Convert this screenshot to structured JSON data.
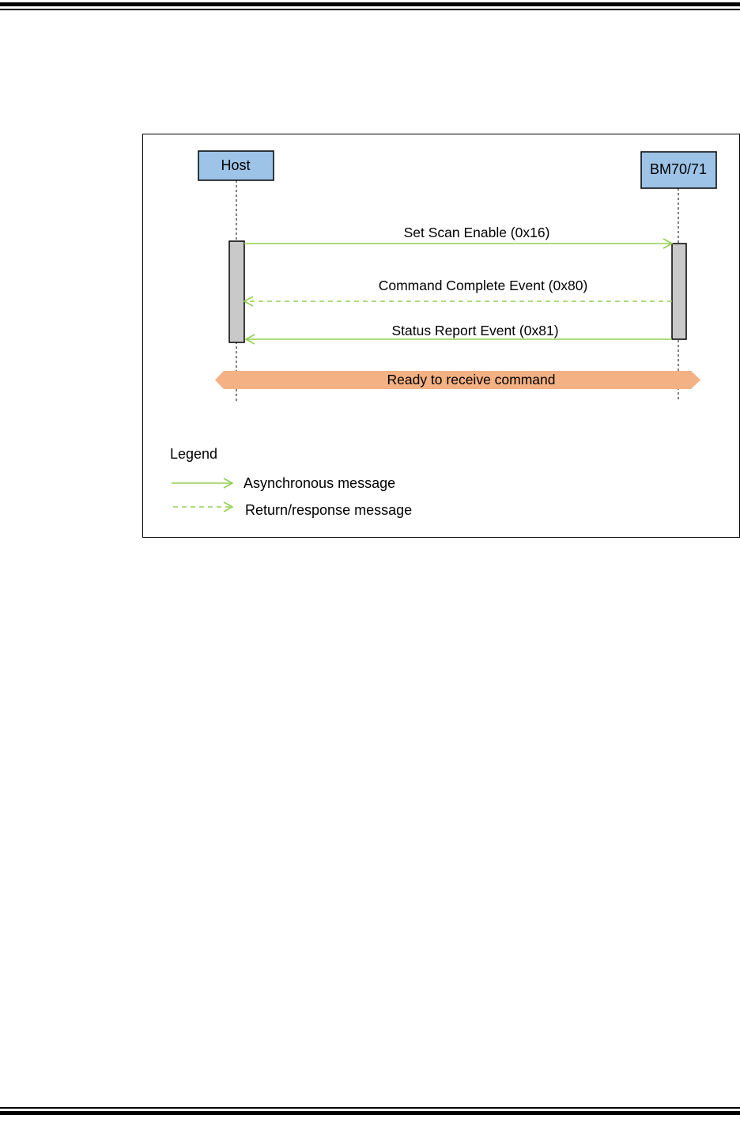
{
  "diagram": {
    "actors": [
      {
        "id": "host",
        "label": "Host"
      },
      {
        "id": "bm",
        "label": "BM70/71"
      }
    ],
    "messages": [
      {
        "label": "Set Scan Enable (0x16)",
        "from": "host",
        "to": "bm",
        "style": "solid"
      },
      {
        "label": "Command Complete Event (0x80)",
        "from": "bm",
        "to": "host",
        "style": "dashed"
      },
      {
        "label": "Status Report Event (0x81)",
        "from": "bm",
        "to": "host",
        "style": "solid"
      }
    ],
    "state_banner": {
      "label": "Ready to receive command"
    },
    "legend": {
      "title": "Legend",
      "items": [
        {
          "style": "solid",
          "label": "Asynchronous message"
        },
        {
          "style": "dashed",
          "label": "Return/response message"
        }
      ]
    },
    "colors": {
      "actor_fill": "#9DC3E6",
      "arrow": "#92D050",
      "banner": "#F4B183",
      "activation": "#C9C9C9"
    }
  }
}
